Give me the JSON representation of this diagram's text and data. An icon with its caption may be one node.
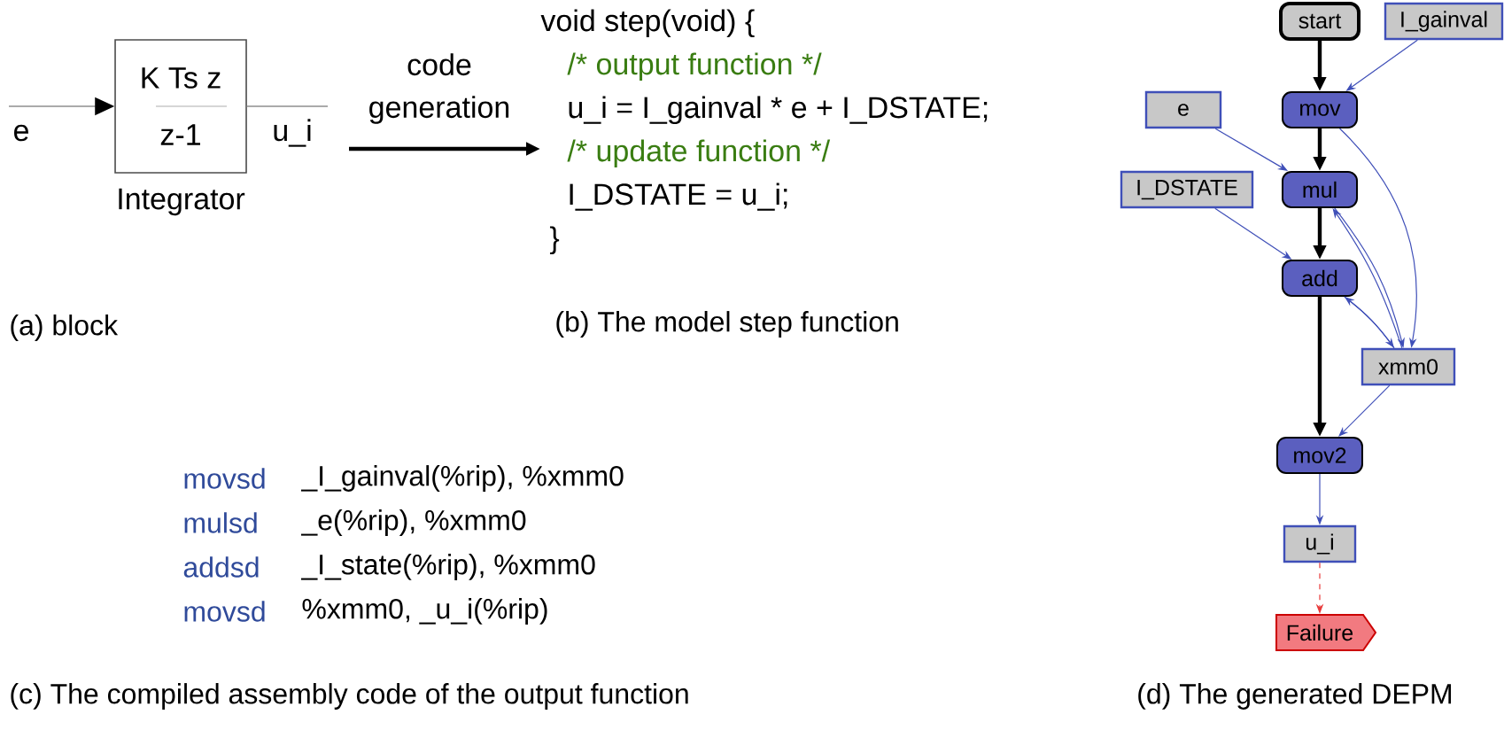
{
  "diagram": {
    "nodes": [
      {
        "text": [
          "K Ts z",
          "z-1"
        ],
        "beside": [
          "Integrator"
        ]
      },
      {
        "text": [
          "void step(void) {",
          "/* output function */",
          "u_i = I_gainval * e + I_DSTATE;",
          "/* update function */",
          "I_DSTATE = u_i;",
          "}"
        ]
      },
      {
        "text": [
          "start"
        ]
      },
      {
        "text": [
          "I_gainval"
        ]
      },
      {
        "text": [
          "e"
        ]
      },
      {
        "text": [
          "mov"
        ]
      },
      {
        "text": [
          "I_DSTATE"
        ]
      },
      {
        "text": [
          "mul"
        ]
      },
      {
        "text": [
          "add"
        ]
      },
      {
        "text": [
          "xmm0"
        ]
      },
      {
        "text": [
          "mov2"
        ]
      },
      {
        "text": [
          "u_i"
        ]
      },
      {
        "text": [
          "Failure"
        ]
      }
    ],
    "edges": [
      {
        "from": null,
        "to": 0,
        "arrow": "to",
        "label": "e",
        "color": "#aaaaaa"
      },
      {
        "from": 0,
        "to": null,
        "arrow": "none",
        "label": "u_i",
        "color": "#aaaaaa"
      },
      {
        "from": 0,
        "to": 1,
        "arrow": "to",
        "label": "code generation",
        "style": "thick",
        "color": "#000000"
      },
      {
        "from": 2,
        "to": 5,
        "arrow": "to",
        "style": "thick",
        "color": "#000000"
      },
      {
        "from": 3,
        "to": 5,
        "arrow": "to",
        "color": "#3f4fb8"
      },
      {
        "from": 4,
        "to": 7,
        "arrow": "to",
        "color": "#3f4fb8"
      },
      {
        "from": 5,
        "to": 7,
        "arrow": "to",
        "style": "thick",
        "color": "#000000"
      },
      {
        "from": 5,
        "to": 9,
        "arrow": "to",
        "color": "#3f4fb8"
      },
      {
        "from": 6,
        "to": 8,
        "arrow": "to",
        "color": "#3f4fb8"
      },
      {
        "from": 7,
        "to": 8,
        "arrow": "to",
        "style": "thick",
        "color": "#000000"
      },
      {
        "from": 7,
        "to": 9,
        "arrow": "to",
        "color": "#3f4fb8"
      },
      {
        "from": 9,
        "to": 7,
        "arrow": "to",
        "color": "#3f4fb8"
      },
      {
        "from": 8,
        "to": 9,
        "arrow": "to",
        "color": "#3f4fb8"
      },
      {
        "from": 9,
        "to": 8,
        "arrow": "to",
        "color": "#3f4fb8"
      },
      {
        "from": 8,
        "to": 10,
        "arrow": "to",
        "style": "thick",
        "color": "#000000"
      },
      {
        "from": 9,
        "to": 10,
        "arrow": "to",
        "color": "#3f4fb8"
      },
      {
        "from": 10,
        "to": 11,
        "arrow": "to",
        "color": "#3f4fb8"
      },
      {
        "from": 11,
        "to": 12,
        "arrow": "to",
        "style": "dashed",
        "color": "#e83a3a"
      }
    ],
    "labels": [
      "(a) block",
      "(b) The model step function",
      "movsd",
      "_I_gainval(%rip),  %xmm0",
      "mulsd",
      "_e(%rip),  %xmm0",
      "addsd",
      "_I_state(%rip),  %xmm0",
      "movsd",
      "%xmm0,  _u_i(%rip)",
      "(c) The compiled assembly code of the output function",
      "(d) The generated DEPM"
    ]
  }
}
